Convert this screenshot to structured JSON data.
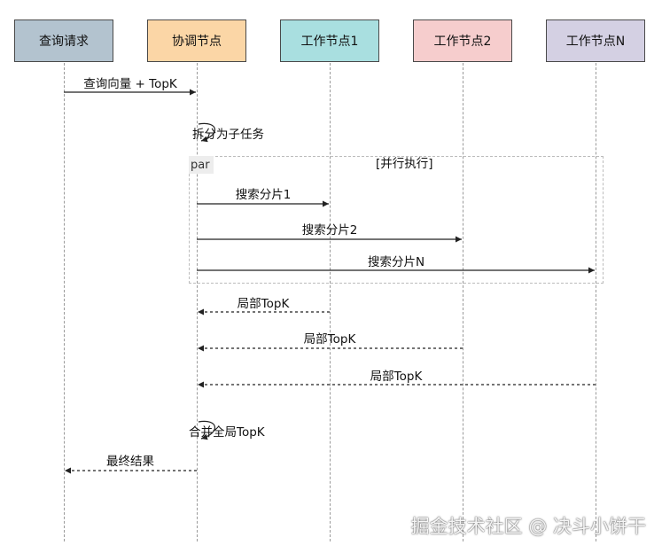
{
  "actors": [
    {
      "label": "查询请求",
      "fill": "#b3c3cf"
    },
    {
      "label": "协调节点",
      "fill": "#fbd6a6"
    },
    {
      "label": "工作节点1",
      "fill": "#a9dfe0"
    },
    {
      "label": "工作节点2",
      "fill": "#f6cdcd"
    },
    {
      "label": "工作节点N",
      "fill": "#d4d0e3"
    }
  ],
  "messages": {
    "m1": "查询向量 + TopK",
    "m2": "拆分为子任务",
    "m3": "搜索分片1",
    "m4": "搜索分片2",
    "m5": "搜索分片N",
    "m6": "局部TopK",
    "m7": "局部TopK",
    "m8": "局部TopK",
    "m9": "合并全局TopK",
    "m10": "最终结果"
  },
  "frame": {
    "tag": "par",
    "title": "[并行执行]"
  },
  "watermark": "掘金技术社区 @ 决斗小饼干"
}
